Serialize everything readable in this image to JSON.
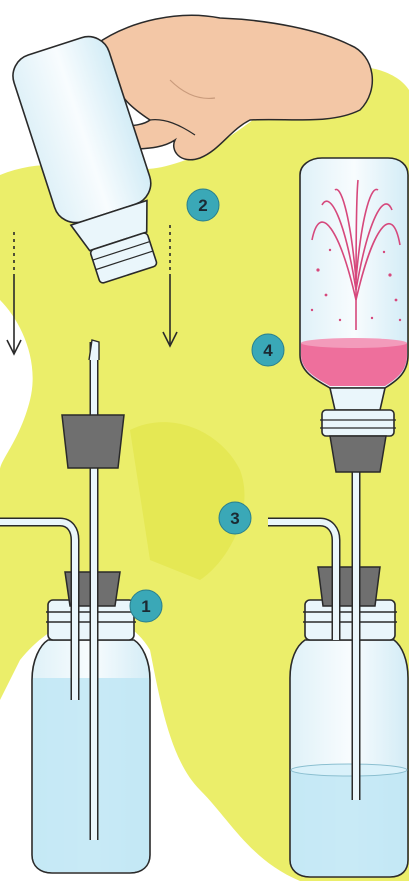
{
  "markers": [
    {
      "id": "marker-1",
      "label": "1"
    },
    {
      "id": "marker-2",
      "label": "2"
    },
    {
      "id": "marker-3",
      "label": "3"
    },
    {
      "id": "marker-4",
      "label": "4"
    }
  ],
  "colors": {
    "background_wash": "#e9ec5a",
    "marker_fill": "#3aa8b7",
    "marker_text": "#1b2a33",
    "water": "#bfe6f5",
    "pink_liquid": "#ee6f9c",
    "stopper": "#6f6f6f",
    "skin": "#f3c7a6",
    "outline": "#2a2a2a"
  }
}
